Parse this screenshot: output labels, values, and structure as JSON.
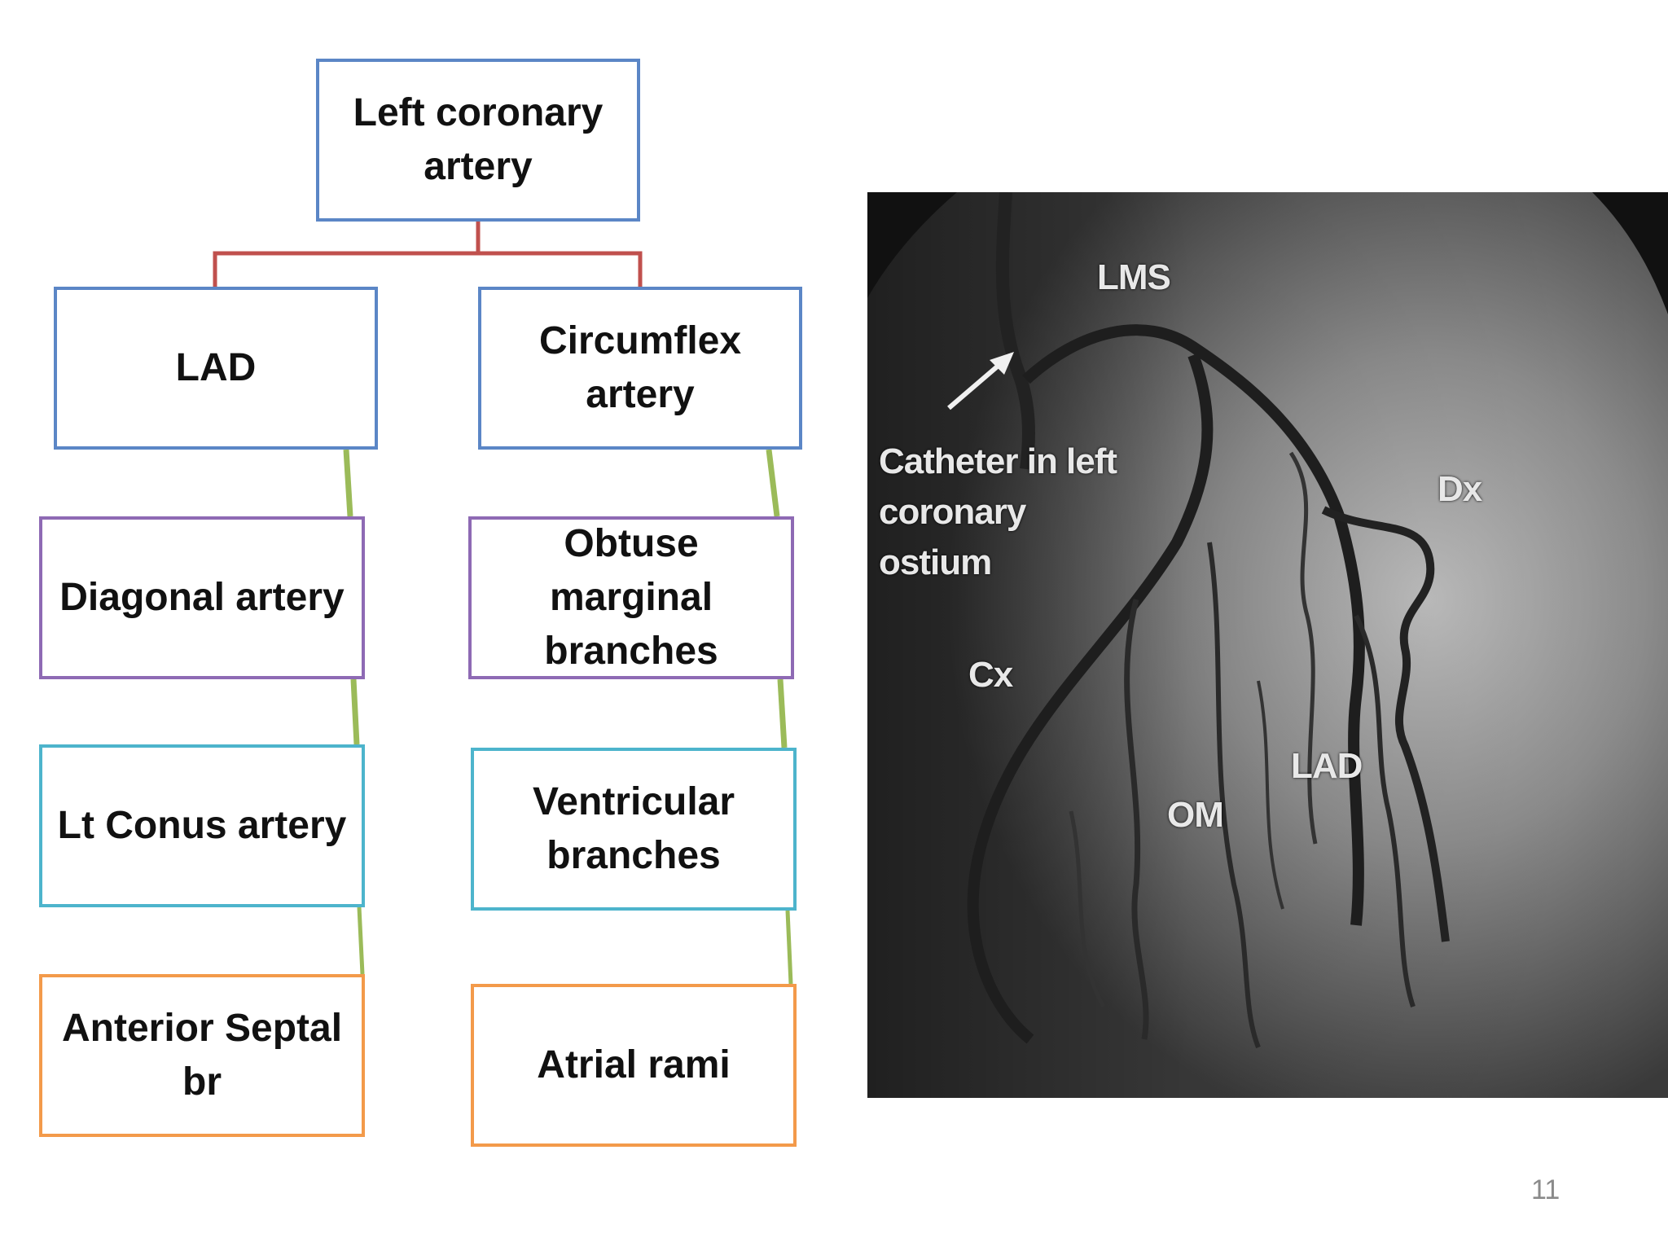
{
  "tree": {
    "root": "Left coronary artery",
    "left_branch": "LAD",
    "right_branch": "Circumflex artery",
    "left_children": [
      "Diagonal artery",
      "Lt Conus artery",
      "Anterior Septal br"
    ],
    "right_children": [
      "Obtuse marginal branches",
      "Ventricular branches",
      "Atrial rami"
    ]
  },
  "angiogram": {
    "labels": {
      "lms": "LMS",
      "catheter": "Catheter in left coronary ostium",
      "dx": "Dx",
      "cx": "Cx",
      "lad": "LAD",
      "om": "OM"
    }
  },
  "page_number": "11",
  "colors": {
    "level1_border": "#5b86c6",
    "level2_border": "#8e6ab4",
    "level3_border": "#4db4cc",
    "level4_border": "#f39a4a",
    "root_connector": "#c0504d",
    "child_connector": "#9bbb59"
  }
}
